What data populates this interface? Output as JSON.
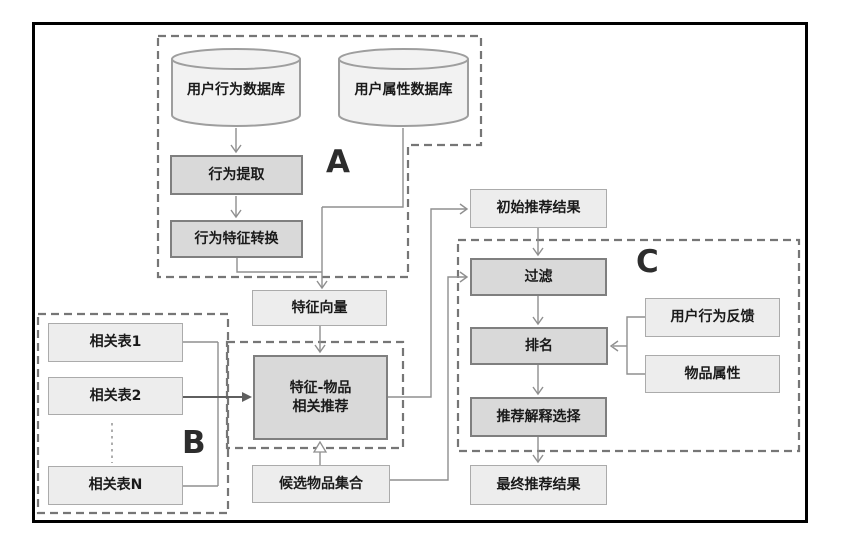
{
  "diagram": {
    "group_labels": {
      "a": "A",
      "b": "B",
      "c": "C"
    },
    "nodes": {
      "user_behavior_db": "用户行为数据库",
      "user_attr_db": "用户属性数据库",
      "behavior_extract": "行为提取",
      "behavior_feature_convert": "行为特征转换",
      "feature_vector": "特征向量",
      "related_table_1": "相关表1",
      "related_table_2": "相关表2",
      "related_table_n": "相关表N",
      "feature_item_rec": "特征-物品\n相关推荐",
      "candidate_item_set": "候选物品集合",
      "initial_rec_result": "初始推荐结果",
      "filter": "过滤",
      "ranking": "排名",
      "rec_explanation_select": "推荐解释选择",
      "final_rec_result": "最终推荐结果",
      "user_behavior_feedback": "用户行为反馈",
      "item_attributes": "物品属性"
    },
    "edges": [
      {
        "from": "user_behavior_db",
        "to": "behavior_extract"
      },
      {
        "from": "behavior_extract",
        "to": "behavior_feature_convert"
      },
      {
        "from": "behavior_feature_convert",
        "to": "feature_vector"
      },
      {
        "from": "user_attr_db",
        "to": "feature_vector"
      },
      {
        "from": "feature_vector",
        "to": "feature_item_rec"
      },
      {
        "from": "related_table_1",
        "to": "feature_item_rec"
      },
      {
        "from": "related_table_2",
        "to": "feature_item_rec"
      },
      {
        "from": "related_table_n",
        "to": "feature_item_rec"
      },
      {
        "from": "candidate_item_set",
        "to": "feature_item_rec"
      },
      {
        "from": "feature_item_rec",
        "to": "initial_rec_result"
      },
      {
        "from": "initial_rec_result",
        "to": "filter"
      },
      {
        "from": "candidate_item_set",
        "to": "filter"
      },
      {
        "from": "filter",
        "to": "ranking"
      },
      {
        "from": "user_behavior_feedback",
        "to": "ranking"
      },
      {
        "from": "item_attributes",
        "to": "ranking"
      },
      {
        "from": "ranking",
        "to": "rec_explanation_select"
      },
      {
        "from": "rec_explanation_select",
        "to": "final_rec_result"
      }
    ],
    "colors": {
      "frame": "#000000",
      "dashed": "#767676",
      "line": "#8f8f8f",
      "box_dark_fill": "#d9d9d9",
      "box_dark_border": "#7f7f7f",
      "box_light_fill": "#ededed",
      "box_light_border": "#ababab",
      "cylinder_fill": "#f2f2f2",
      "cylinder_border": "#9e9e9e"
    }
  }
}
